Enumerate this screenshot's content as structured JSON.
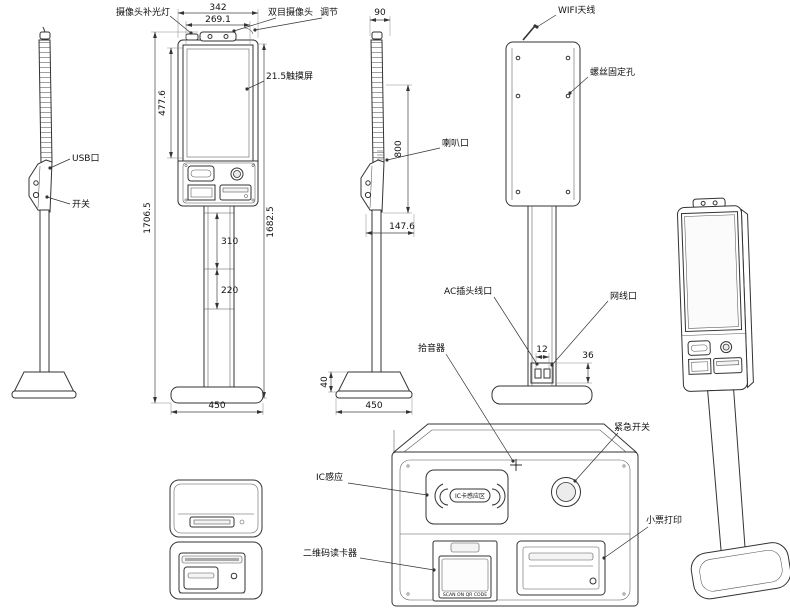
{
  "drawing": {
    "labels": {
      "camera_fill_light": "摄像头补光灯",
      "binocular_camera": "双目摄像头",
      "adjust": "调节",
      "touch_screen": "21.5触摸屏",
      "usb_port": "USB口",
      "power_switch": "开关",
      "speaker": "喇叭口",
      "wifi_antenna": "WIFI天线",
      "screw_holes": "螺丝固定孔",
      "ac_inlet": "AC插头线口",
      "lan_port": "网线口",
      "mic": "拾音器",
      "emergency_switch": "紧急开关",
      "ic_sensor": "IC感应",
      "qr_reader": "二维码读卡器",
      "receipt_printer": "小票打印",
      "ic_card_zone": "IC卡感应区",
      "scan_qr": "SCAN ON QR CODE"
    },
    "dimensions": {
      "head_width": "342",
      "screen_width": "269.1",
      "screen_height": "477.6",
      "total_height": "1706.5",
      "body_height": "1682.5",
      "pole_span_upper": "310",
      "pole_span_lower": "220",
      "front_base_width": "450",
      "head_depth": "90",
      "back_height": "800",
      "overhang": "147.6",
      "base_thickness": "40",
      "side_base_depth": "450",
      "port_pitch": "12",
      "port_offset": "36"
    }
  }
}
